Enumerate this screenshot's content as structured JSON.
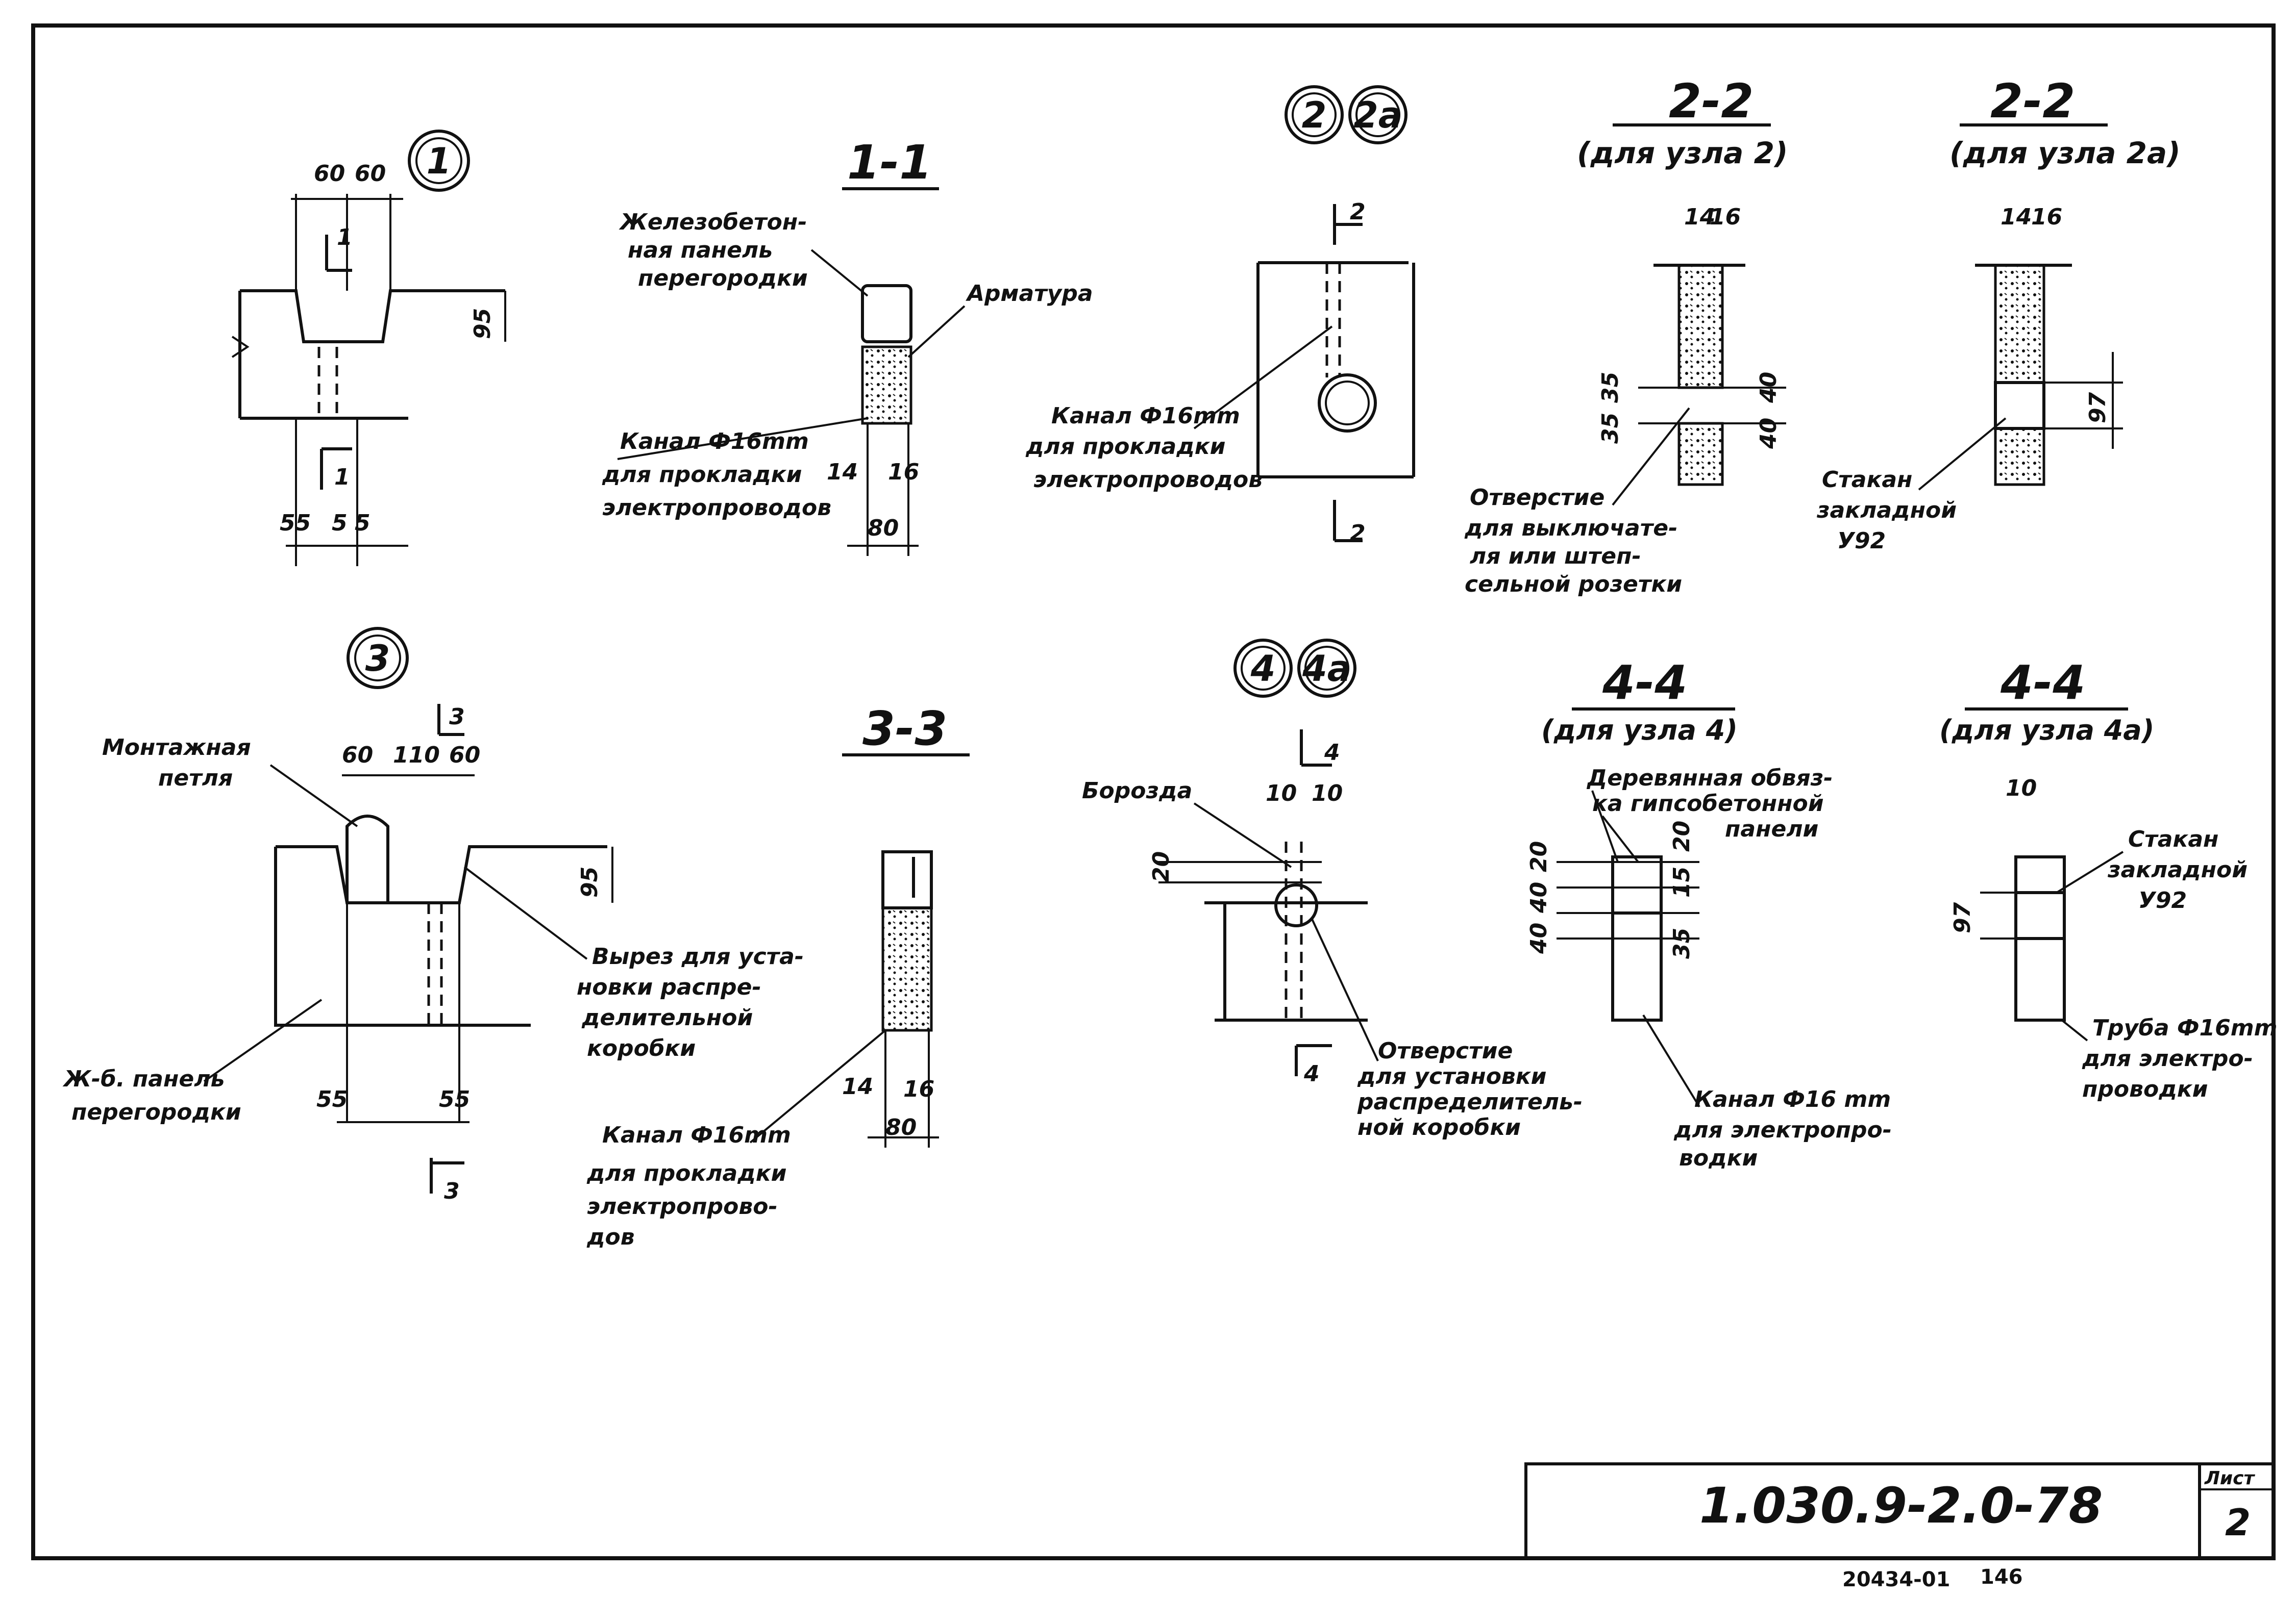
{
  "stamp": {
    "code": "1.030.9-2.0-78",
    "sheet_label": "Лист",
    "sheet_number": "2",
    "archive": "20434-01",
    "page": "146"
  },
  "node1": {
    "num": "1",
    "dims": [
      "60",
      "60",
      "95",
      "55",
      "5",
      "5"
    ],
    "section": "1"
  },
  "sec11": {
    "title": "1-1",
    "panel_label": [
      "Железобетон-",
      "ная панель",
      "перегородки"
    ],
    "armature": "Арматура",
    "channel": [
      "Канал Ф16mm",
      "для прокладки",
      "электропроводов"
    ],
    "dims": [
      "14",
      "16",
      "80"
    ]
  },
  "node2": {
    "num": "2",
    "num_a": "2а",
    "section": "2",
    "channel": [
      "Канал Ф16mm",
      "для прокладки",
      "электропроводов"
    ]
  },
  "sec22": {
    "title": "2-2",
    "subtitle": "(для узла 2)",
    "dims": [
      "14",
      "16",
      "35",
      "35",
      "40",
      "40"
    ],
    "hole": [
      "Отверстие",
      "для выключате-",
      "ля или штеп-",
      "сельной розетки"
    ]
  },
  "sec22a": {
    "title": "2-2",
    "subtitle": "(для узла 2а)",
    "dims": [
      "14",
      "16",
      "97"
    ],
    "cup": [
      "Стакан",
      "закладной",
      "У92"
    ]
  },
  "node3": {
    "num": "3",
    "section": "3",
    "loop": [
      "Монтажная",
      "петля"
    ],
    "dims": [
      "60",
      "110",
      "60",
      "95",
      "55",
      "55"
    ],
    "cutout": [
      "Вырез для уста-",
      "новки распре-",
      "делительной",
      "коробки"
    ],
    "panel": [
      "Ж-б. панель",
      "перегородки"
    ]
  },
  "sec33": {
    "title": "3-3",
    "channel": [
      "Канал Ф16mm",
      "для прокладки",
      "электропрово-",
      "дов"
    ],
    "dims": [
      "14",
      "16",
      "80"
    ]
  },
  "node4": {
    "num": "4",
    "num_a": "4а",
    "section": "4",
    "groove": "Борозда",
    "dims": [
      "10",
      "10",
      "20"
    ],
    "hole": [
      "Отверстие",
      "для установки",
      "распределитель-",
      "ной коробки"
    ]
  },
  "sec44": {
    "title": "4-4",
    "subtitle": "(для узла 4)",
    "wood": [
      "Деревянная обвяз-",
      "ка гипсобетонной",
      "панели"
    ],
    "dims": [
      "20",
      "40",
      "40",
      "20",
      "15",
      "35"
    ],
    "channel": [
      "Канал Ф16 mm",
      "для электропро-",
      "водки"
    ]
  },
  "sec44a": {
    "title": "4-4",
    "subtitle": "(для узла 4а)",
    "dims": [
      "10",
      "97"
    ],
    "cup": [
      "Стакан",
      "закладной",
      "У92"
    ],
    "pipe": [
      "Труба Ф16mm",
      "для электро-",
      "проводки"
    ]
  }
}
